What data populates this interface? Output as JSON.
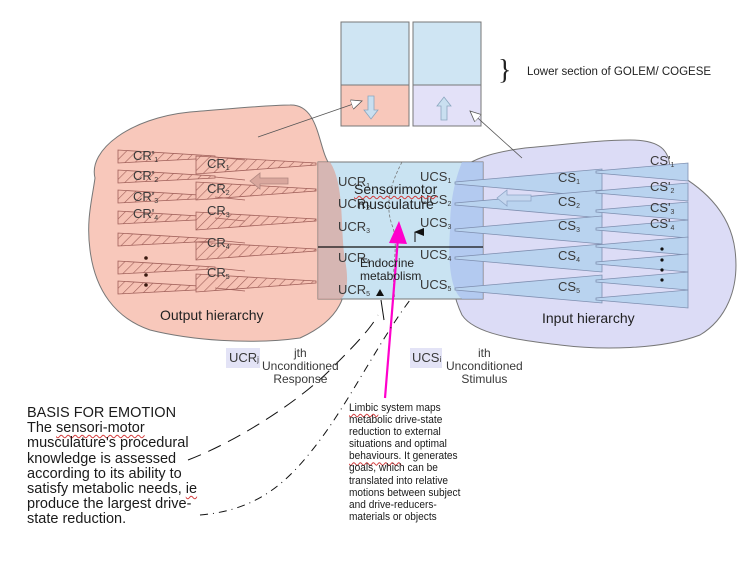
{
  "golem_section": {
    "brace": "}",
    "label": "Lower section of GOLEM/ COGESE"
  },
  "colors": {
    "output_fill": "#f8c8bb",
    "input_fill": "#dcdcf6",
    "center_fill": "#c9e3f2",
    "upper_box_fill": "#cfe5f3",
    "limbic_arrow": "#ff00cc",
    "input_cone": "#b9d3ef",
    "output_hatch": "#a0605a"
  },
  "output_hierarchy": {
    "label": "Output hierarchy",
    "primed_labels": [
      {
        "base": "CR'",
        "sub": "1"
      },
      {
        "base": "CR'",
        "sub": "2"
      },
      {
        "base": "CR'",
        "sub": "3"
      },
      {
        "base": "CR'",
        "sub": "4"
      }
    ],
    "labels": [
      {
        "base": "CR",
        "sub": "1"
      },
      {
        "base": "CR",
        "sub": "2"
      },
      {
        "base": "CR",
        "sub": "3"
      },
      {
        "base": "CR",
        "sub": "4"
      },
      {
        "base": "CR",
        "sub": "5"
      }
    ]
  },
  "input_hierarchy": {
    "label": "Input hierarchy",
    "primed_labels": [
      {
        "base": "CS'",
        "sub": "1"
      },
      {
        "base": "CS'",
        "sub": "2"
      },
      {
        "base": "CS'",
        "sub": "3"
      },
      {
        "base": "CS'",
        "sub": "4"
      }
    ],
    "labels": [
      {
        "base": "CS",
        "sub": "1"
      },
      {
        "base": "CS",
        "sub": "2"
      },
      {
        "base": "CS",
        "sub": "3"
      },
      {
        "base": "CS",
        "sub": "4"
      },
      {
        "base": "CS",
        "sub": "5"
      }
    ]
  },
  "center_block": {
    "upper_label_line1": "Sensorimotor",
    "upper_label_line2": "musculature",
    "lower_label_line1": "Endocrine",
    "lower_label_line2": "metabolism",
    "ucr_labels": [
      {
        "base": "UCR",
        "sub": "1"
      },
      {
        "base": "UCR",
        "sub": "2"
      },
      {
        "base": "UCR",
        "sub": "3"
      },
      {
        "base": "UCR",
        "sub": "4"
      },
      {
        "base": "UCR",
        "sub": "5"
      }
    ],
    "ucs_labels": [
      {
        "base": "UCS",
        "sub": "1"
      },
      {
        "base": "UCS",
        "sub": "2"
      },
      {
        "base": "UCS",
        "sub": "3"
      },
      {
        "base": "UCS",
        "sub": "4"
      },
      {
        "base": "UCS",
        "sub": "5"
      }
    ]
  },
  "legend": {
    "ucr": {
      "base": "UCR",
      "sub": "j",
      "desc": [
        "jth",
        "Unconditioned",
        "Response"
      ]
    },
    "ucs": {
      "base": "UCS",
      "sub": "i",
      "desc": [
        "ith",
        "Unconditioned",
        "Stimulus"
      ]
    }
  },
  "emotion_note": {
    "title": "BASIS FOR EMOTION",
    "line1_pre": "The ",
    "line1_sq": "sensori-motor",
    "line2": "musculature's procedural",
    "line3": "knowledge is assessed",
    "line4": "according to its ability to",
    "line5_pre": "satisfy metabolic needs, ",
    "line5_sq": "ie",
    "line6": "produce the largest drive-",
    "line7": "state reduction."
  },
  "limbic_note": {
    "line1_sq": "Limbic",
    "line1_post": " system maps",
    "line2": "metabolic drive-state",
    "line3": "reduction to external",
    "line4": "situations and optimal",
    "line5_sq": "behaviours.",
    "line5_post": " It generates",
    "line6": "goals, which can be",
    "line7": "translated into relative",
    "line8": "motions between subject",
    "line9": "and drive-reducers-",
    "line10": "materials or objects"
  }
}
